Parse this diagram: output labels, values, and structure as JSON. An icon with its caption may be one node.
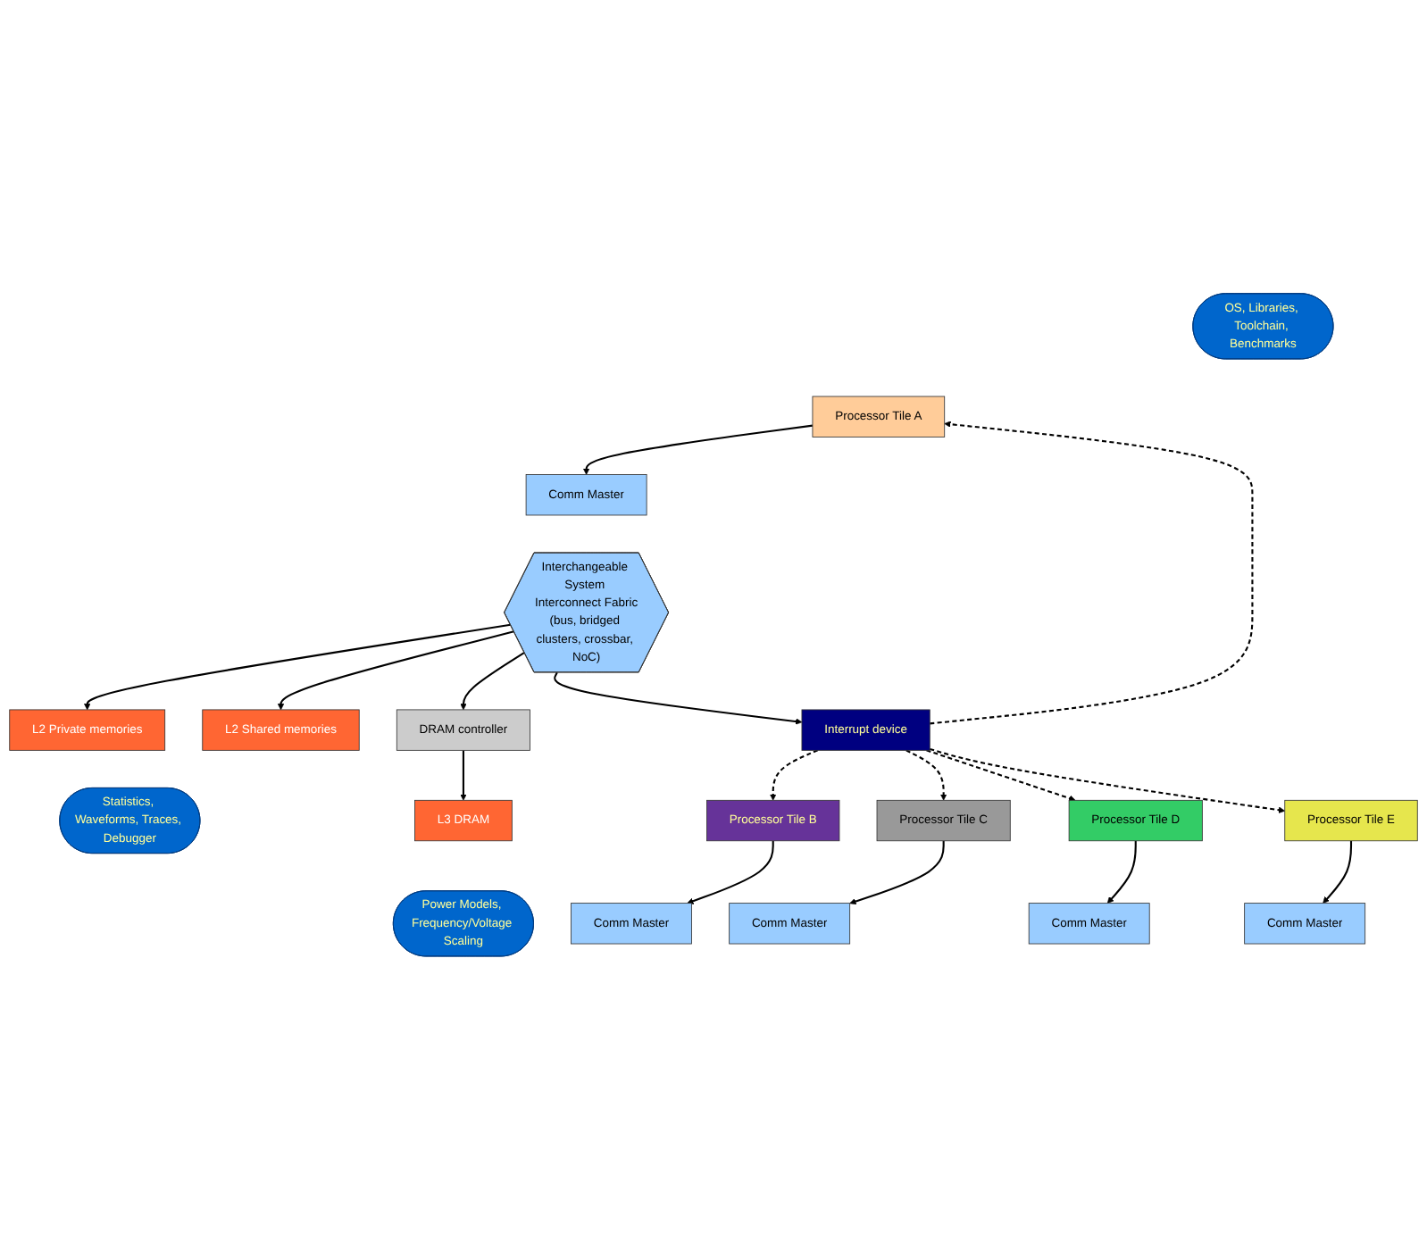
{
  "diagram": {
    "nodes": [
      {
        "text": [
          "OS, Libraries, Toolchain, Benchmarks"
        ]
      },
      {
        "text": [
          "Processor Tile A"
        ]
      },
      {
        "text": [
          "Processor Tile B"
        ]
      },
      {
        "text": [
          "Processor Tile C"
        ]
      },
      {
        "text": [
          "Processor Tile D"
        ]
      },
      {
        "text": [
          "Processor Tile E"
        ]
      },
      {
        "text": [
          "Comm Master"
        ]
      },
      {
        "text": [
          "Comm Master"
        ]
      },
      {
        "text": [
          "Comm Master"
        ]
      },
      {
        "text": [
          "Comm Master"
        ]
      },
      {
        "text": [
          "Comm Master"
        ]
      },
      {
        "text": [
          "Interchangeable System Interconnect Fabric",
          "(bus, bridged clusters, crossbar, NoC)"
        ]
      },
      {
        "text": [
          "L2 Private memories"
        ]
      },
      {
        "text": [
          "L2 Shared memories"
        ]
      },
      {
        "text": [
          "DRAM controller"
        ]
      },
      {
        "text": [
          "Interrupt device"
        ]
      },
      {
        "text": [
          "Statistics, Waveforms, Traces, Debugger"
        ]
      },
      {
        "text": [
          "L3 DRAM"
        ]
      },
      {
        "text": [
          "Power Models, Frequency/Voltage Scaling"
        ]
      }
    ],
    "edges": [
      {
        "from": 1,
        "to": 6,
        "arrow": "to"
      },
      {
        "from": 2,
        "to": 7,
        "arrow": "to"
      },
      {
        "from": 3,
        "to": 8,
        "arrow": "to"
      },
      {
        "from": 4,
        "to": 9,
        "arrow": "to"
      },
      {
        "from": 5,
        "to": 10,
        "arrow": "to"
      },
      {
        "from": 11,
        "to": 12,
        "arrow": "to"
      },
      {
        "from": 11,
        "to": 13,
        "arrow": "to"
      },
      {
        "from": 11,
        "to": 14,
        "arrow": "to"
      },
      {
        "from": 11,
        "to": 15,
        "arrow": "to"
      },
      {
        "from": 14,
        "to": 17,
        "arrow": "to"
      },
      {
        "from": 15,
        "to": 1,
        "arrow": "to",
        "style": "dashed"
      },
      {
        "from": 15,
        "to": 2,
        "arrow": "to",
        "style": "dashed"
      },
      {
        "from": 15,
        "to": 3,
        "arrow": "to",
        "style": "dashed"
      },
      {
        "from": 15,
        "to": 4,
        "arrow": "to",
        "style": "dashed"
      },
      {
        "from": 15,
        "to": 5,
        "arrow": "to",
        "style": "dashed"
      }
    ]
  }
}
